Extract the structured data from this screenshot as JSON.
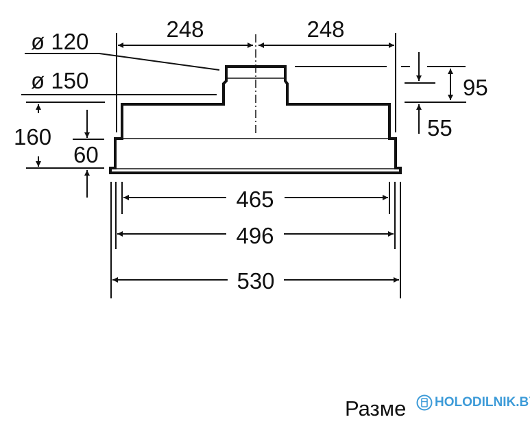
{
  "diagram": {
    "top_left_width": "248",
    "top_right_width": "248",
    "outlet_small_diameter": "ø 120",
    "outlet_large_diameter": "ø 150",
    "total_height": "160",
    "flange_height": "60",
    "outlet_height": "95",
    "outlet_lower_height": "55",
    "width_inner": "465",
    "width_middle": "496",
    "width_outer": "530"
  },
  "caption": "Разме",
  "watermark": {
    "text": "HOLODILNIK.BY",
    "color": "#3d9bd8",
    "icon": "fridge-icon"
  }
}
